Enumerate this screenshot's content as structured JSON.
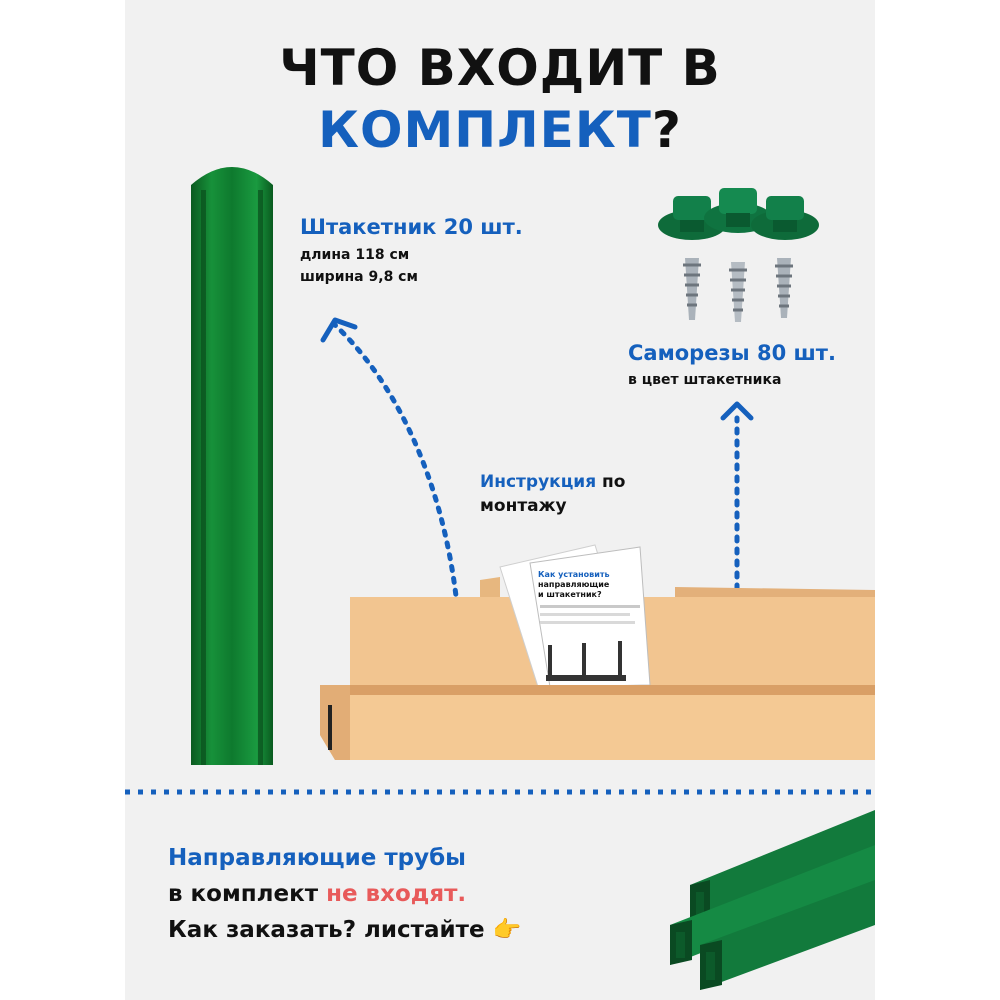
{
  "title": {
    "line1": "ЧТО ВХОДИТ В",
    "line2_accent": "КОМПЛЕКТ",
    "line2_rest": "?"
  },
  "picket": {
    "heading": "Штакетник 20 шт.",
    "length": "длина 118 см",
    "width": "ширина 9,8 см"
  },
  "screws": {
    "heading": "Саморезы 80 шт.",
    "sub": "в цвет штакетника"
  },
  "instruction": {
    "accent": "Инструкция",
    "rest": " по",
    "line2": "монтажу",
    "sheet_title": "Как установить направляющие и штакетник?"
  },
  "bottom": {
    "line1": "Направляющие трубы",
    "line2_pre": "в комплект ",
    "line2_accent": "не входят.",
    "line3": "Как заказать? листайте",
    "emoji": "👉"
  },
  "colors": {
    "accent_blue": "#1560bd",
    "warning_red": "#e85a5a",
    "product_green": "#0f7a2c",
    "box_tan": "#f2c590"
  },
  "icons": [
    "picket-image",
    "screws-image",
    "box-image",
    "pipes-image",
    "arrow-up-icon",
    "pointing-hand-icon"
  ]
}
